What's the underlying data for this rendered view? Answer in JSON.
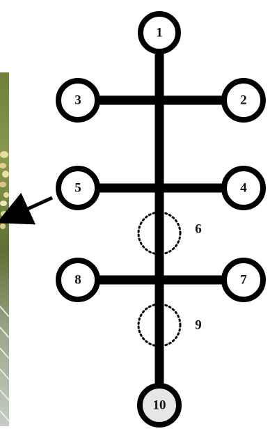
{
  "diagram": {
    "nodes": [
      {
        "id": "1",
        "label": "1",
        "style": "solid",
        "fill": "#ffffff"
      },
      {
        "id": "2",
        "label": "2",
        "style": "solid",
        "fill": "#ffffff"
      },
      {
        "id": "3",
        "label": "3",
        "style": "solid",
        "fill": "#ffffff"
      },
      {
        "id": "4",
        "label": "4",
        "style": "solid",
        "fill": "#ffffff"
      },
      {
        "id": "5",
        "label": "5",
        "style": "solid",
        "fill": "#ffffff"
      },
      {
        "id": "6",
        "label": "6",
        "style": "dotted",
        "fill": "none"
      },
      {
        "id": "7",
        "label": "7",
        "style": "solid",
        "fill": "#ffffff"
      },
      {
        "id": "8",
        "label": "8",
        "style": "solid",
        "fill": "#ffffff"
      },
      {
        "id": "9",
        "label": "9",
        "style": "dotted",
        "fill": "none"
      },
      {
        "id": "10",
        "label": "10",
        "style": "solid",
        "fill": "#e6e6e6"
      }
    ],
    "edges": [
      {
        "from": "1",
        "to": "10"
      },
      {
        "from": "3",
        "to": "2"
      },
      {
        "from": "5",
        "to": "4"
      },
      {
        "from": "8",
        "to": "7"
      }
    ],
    "arrow": {
      "from": "5",
      "direction": "left",
      "color": "#000000"
    },
    "colors": {
      "line": "#000000",
      "node_stroke": "#000000",
      "photo_base": "#7a8a4a",
      "photo_highlight": "#e8dca0",
      "photo_stripes": "#c8ccc4"
    },
    "photo_strip": {
      "side": "left",
      "content": "cropped photograph"
    }
  }
}
